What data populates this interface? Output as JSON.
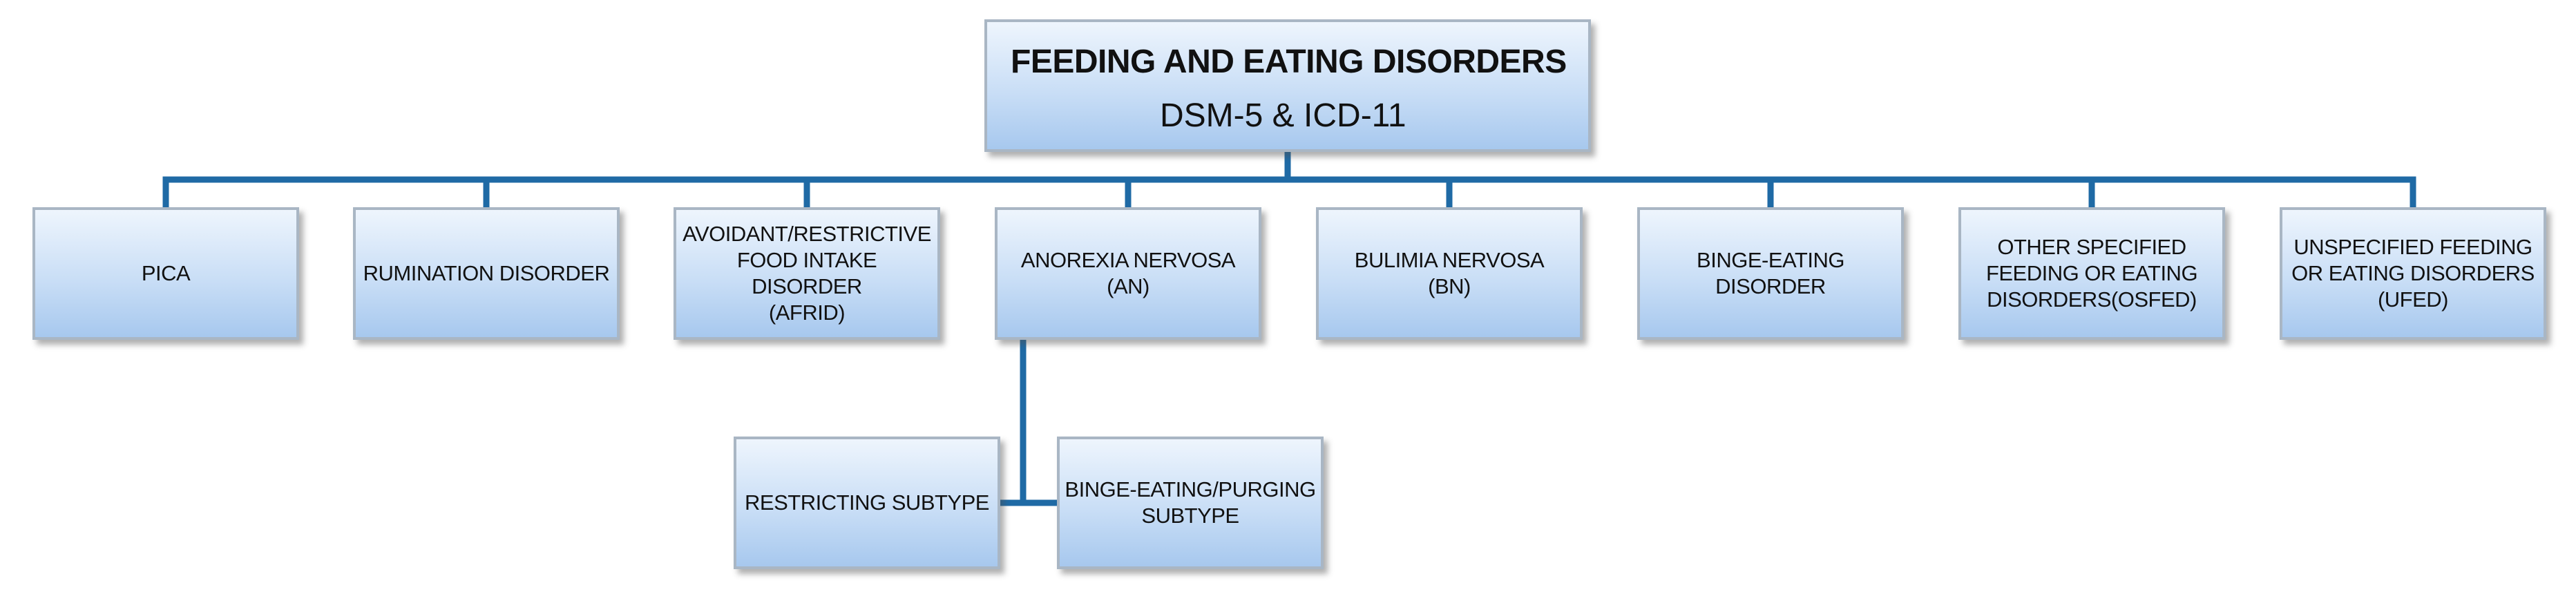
{
  "diagram": {
    "root": {
      "title": "FEEDING AND EATING DISORDERS",
      "subtitle": "DSM-5 & ICD-11"
    },
    "categories": [
      {
        "label": "PICA"
      },
      {
        "label": "RUMINATION DISORDER"
      },
      {
        "label": "AVOIDANT/RESTRICTIVE\nFOOD INTAKE DISORDER\n(AFRID)"
      },
      {
        "label": "ANOREXIA NERVOSA\n(AN)"
      },
      {
        "label": "BULIMIA NERVOSA\n(BN)"
      },
      {
        "label": "BINGE-EATING DISORDER"
      },
      {
        "label": "OTHER SPECIFIED\nFEEDING OR EATING\nDISORDERS(OSFED)"
      },
      {
        "label": "UNSPECIFIED FEEDING\nOR EATING DISORDERS\n(UFED)"
      }
    ],
    "anorexia_subtypes": [
      {
        "label": "RESTRICTING SUBTYPE"
      },
      {
        "label": "BINGE-EATING/PURGING\nSUBTYPE"
      }
    ],
    "colors": {
      "connector": "#1f6aa5",
      "box_border": "#a9b6c4",
      "box_fill_top": "#eef5fd",
      "box_fill_bottom": "#a7c8ee",
      "text": "#111111"
    }
  }
}
